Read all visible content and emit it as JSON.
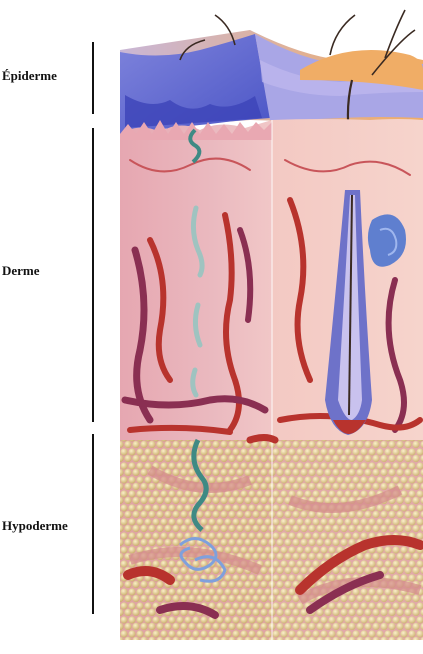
{
  "layers": [
    {
      "id": "epiderme",
      "label": "Épiderme"
    },
    {
      "id": "derme",
      "label": "Derme"
    },
    {
      "id": "hypoderme",
      "label": "Hypoderme"
    }
  ],
  "colors": {
    "epidermis": "#4a56c8",
    "epidermis_light": "#8d8fe0",
    "dermis": "#e9b3ba",
    "dermis_dark": "#d58e98",
    "hypodermis_bg": "#e2a8a8",
    "fat": "#ead7a0",
    "fat_shade": "#c9ad6a",
    "vessel_red": "#b8332d",
    "vessel_purple": "#8a2f52",
    "nerve": "#9fc3c0",
    "follicle": "#6e72c9",
    "hair": "#3a2a22",
    "surface": "#f2b06a"
  },
  "icons": [
    "hair-strand-icon",
    "hair-follicle-icon",
    "sweat-gland-icon",
    "blood-vessel-icon",
    "fat-cell-icon",
    "nerve-icon"
  ]
}
